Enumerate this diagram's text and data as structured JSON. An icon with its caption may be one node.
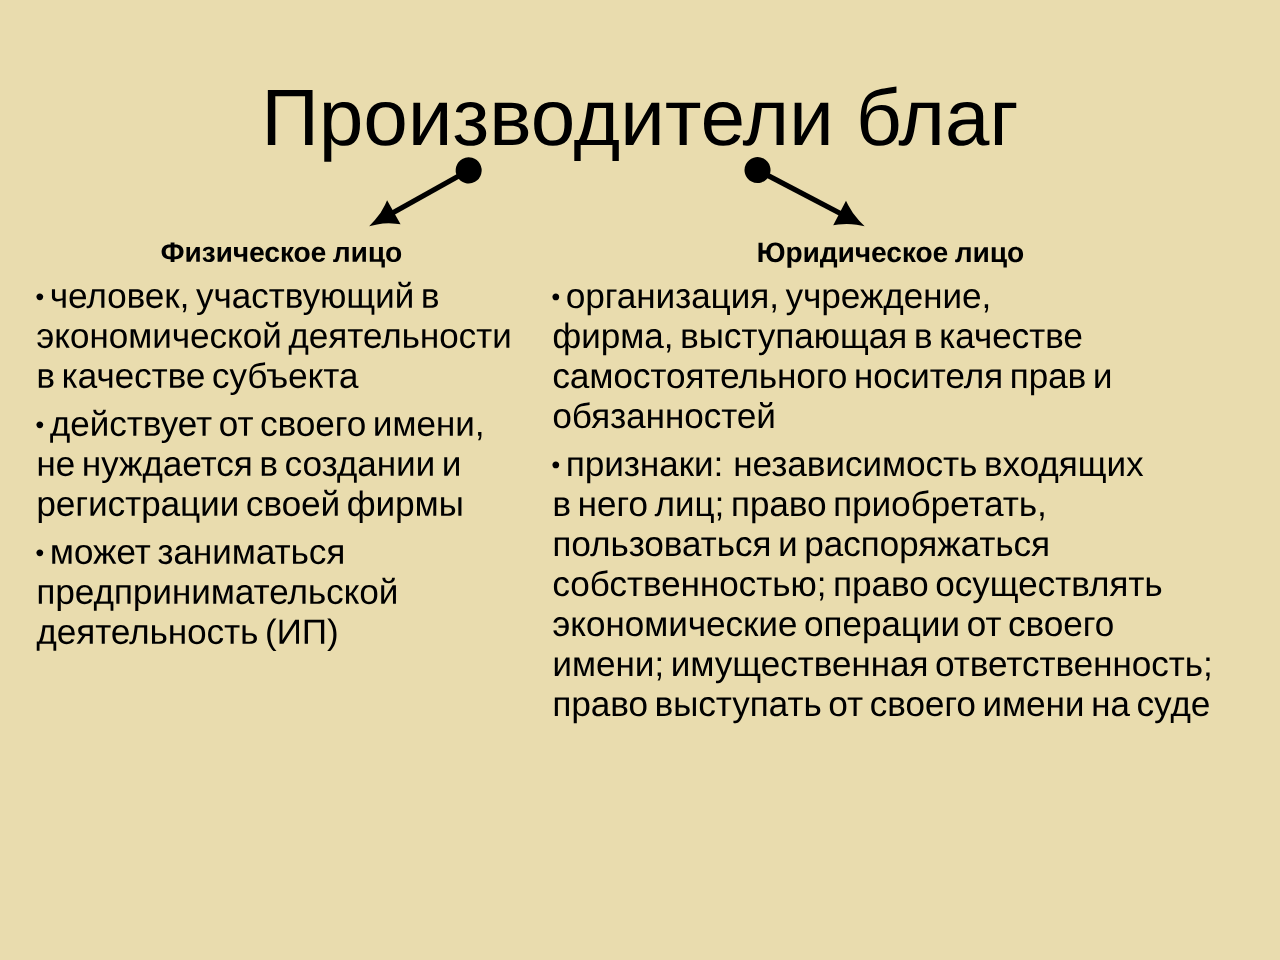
{
  "diagram": {
    "nodes": [
      {
        "text": [
          "Производители благ"
        ]
      },
      {
        "text": [
          "Физическое лицо",
          "человек, участвующий в экономической деятельности в качестве субъекта",
          "действует от своего имени, не нуждается в создании и регистрации своей фирмы",
          "может заниматься предпринимательской деятельность (ИП)"
        ]
      },
      {
        "text": [
          "Юридическое лицо",
          "организация, учреждение, фирма, выступающая в качестве самостоятельного носителя прав и обязанностей",
          "признаки: независимость  входящих в него лиц; право приобретать, пользоваться и распоряжаться собственностью; право осуществлять экономические операции от своего имени; имущественная ответственность; право выступать от своего имени на суде"
        ]
      }
    ],
    "edges": [
      {
        "from": 0,
        "to": 1,
        "arrow": "to"
      },
      {
        "from": 0,
        "to": 2,
        "arrow": "to"
      }
    ]
  }
}
